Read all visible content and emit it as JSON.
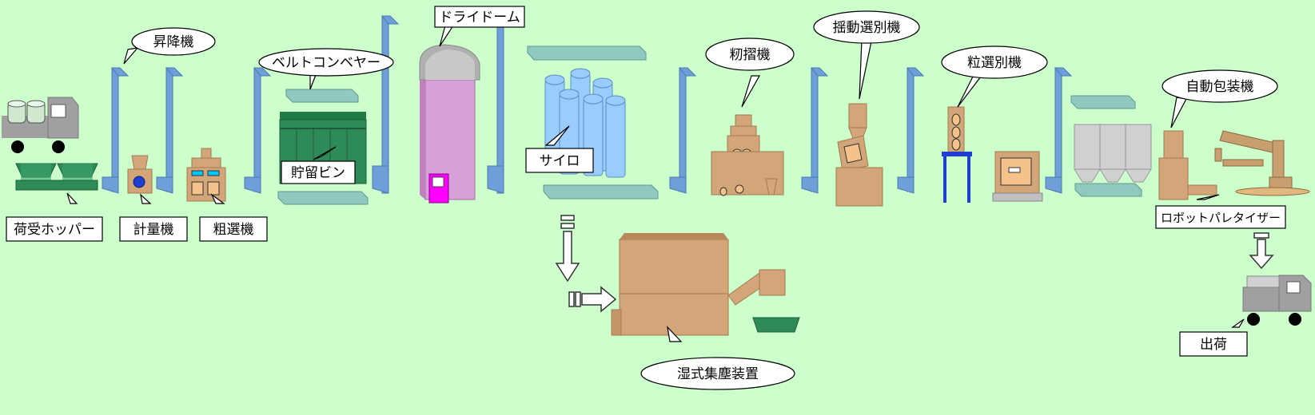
{
  "labels": {
    "nishouke_hopper": "荷受ホッパー",
    "shokoki": "昇降機",
    "keiryoki": "計量機",
    "sosenki": "粗選機",
    "belt_conveyor": "ベルトコンベヤー",
    "chouryu_bin": "貯留ビン",
    "dry_dome": "ドライドーム",
    "silo": "サイロ",
    "momisuriki": "籾摺機",
    "yodo_senbetsuki": "揺動選別機",
    "tsubu_senbetsuki": "粒選別機",
    "jidou_housouki": "自動包装機",
    "robot_palletizer": "ロボットパレタイザー",
    "shukka": "出荷",
    "shisshiki_shujin": "湿式集塵装置"
  },
  "colors": {
    "background": "#ccffcc",
    "elevator": "#6f9fd8",
    "conveyor": "#8fc9bf",
    "machine": "#d2a679",
    "hopper": "#2e8b57",
    "dome_body": "#d8a0d8",
    "door": "#ff00ff",
    "silo": "#99ccff",
    "truck": "#a8a8a8",
    "palletizer": "#c8a070"
  }
}
